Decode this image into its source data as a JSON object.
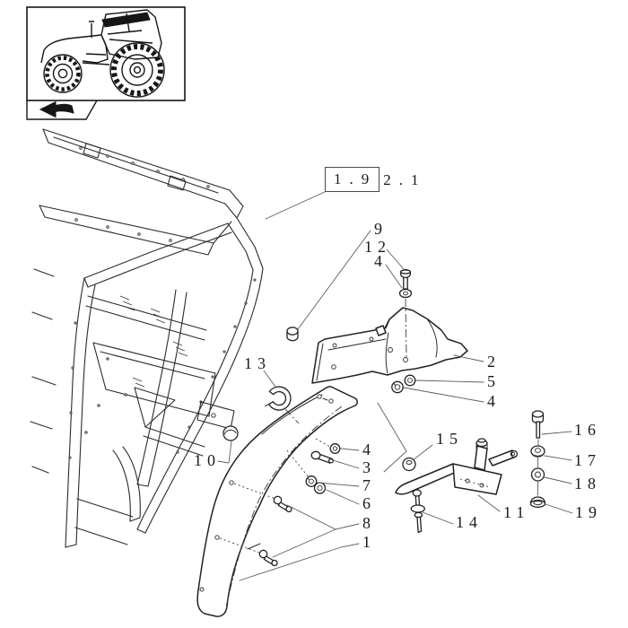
{
  "diagram": {
    "background": "#ffffff",
    "ink_color": "#222222",
    "section_code": {
      "boxed": "1.9",
      "suffix": "2.1",
      "full": "1.92.1"
    },
    "callouts": {
      "n1": "1",
      "n2": "2",
      "n3": "3",
      "n4": "4",
      "n5": "5",
      "n6": "6",
      "n7": "7",
      "n8": "8",
      "n9": "9",
      "n10": "10",
      "n11": "11",
      "n12": "12",
      "n13": "13",
      "n14": "14",
      "n15": "15",
      "n16": "16",
      "n17": "17",
      "n18": "18",
      "n19": "19"
    }
  }
}
